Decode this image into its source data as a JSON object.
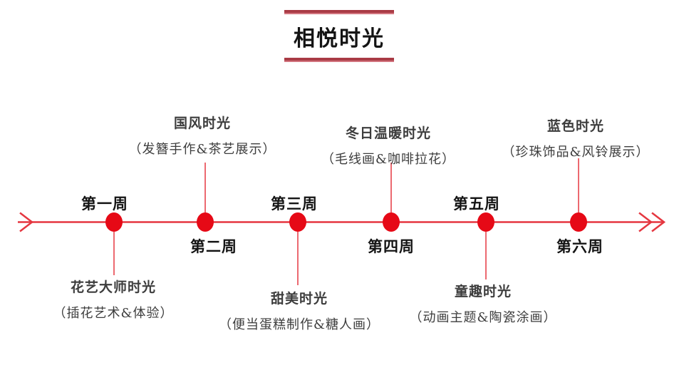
{
  "theme": {
    "rule_dark": "#a93b45",
    "rule_light": "#d2747e",
    "line_red": "#e53740",
    "dot_red": "#e60916",
    "text_dark": "#3d3d3d",
    "text_black": "#141414"
  },
  "header": {
    "title": "相悦时光"
  },
  "timeline": {
    "axis_direction": "left-to-right",
    "milestones": [
      {
        "week": "第一周",
        "week_position": "above",
        "event_title": "花艺大师时光",
        "event_detail": "（插花艺术&体验）",
        "event_position": "below"
      },
      {
        "week": "第二周",
        "week_position": "below",
        "event_title": "国风时光",
        "event_detail": "（发簪手作&茶艺展示）",
        "event_position": "above"
      },
      {
        "week": "第三周",
        "week_position": "above",
        "event_title": "甜美时光",
        "event_detail": "（便当蛋糕制作&糖人画）",
        "event_position": "below"
      },
      {
        "week": "第四周",
        "week_position": "below",
        "event_title": "冬日温暖时光",
        "event_detail": "（毛线画&咖啡拉花）",
        "event_position": "above"
      },
      {
        "week": "第五周",
        "week_position": "above",
        "event_title": "童趣时光",
        "event_detail": "（动画主题&陶瓷涂画）",
        "event_position": "below"
      },
      {
        "week": "第六周",
        "week_position": "below",
        "event_title": "蓝色时光",
        "event_detail": "（珍珠饰品&风铃展示）",
        "event_position": "above"
      }
    ]
  }
}
